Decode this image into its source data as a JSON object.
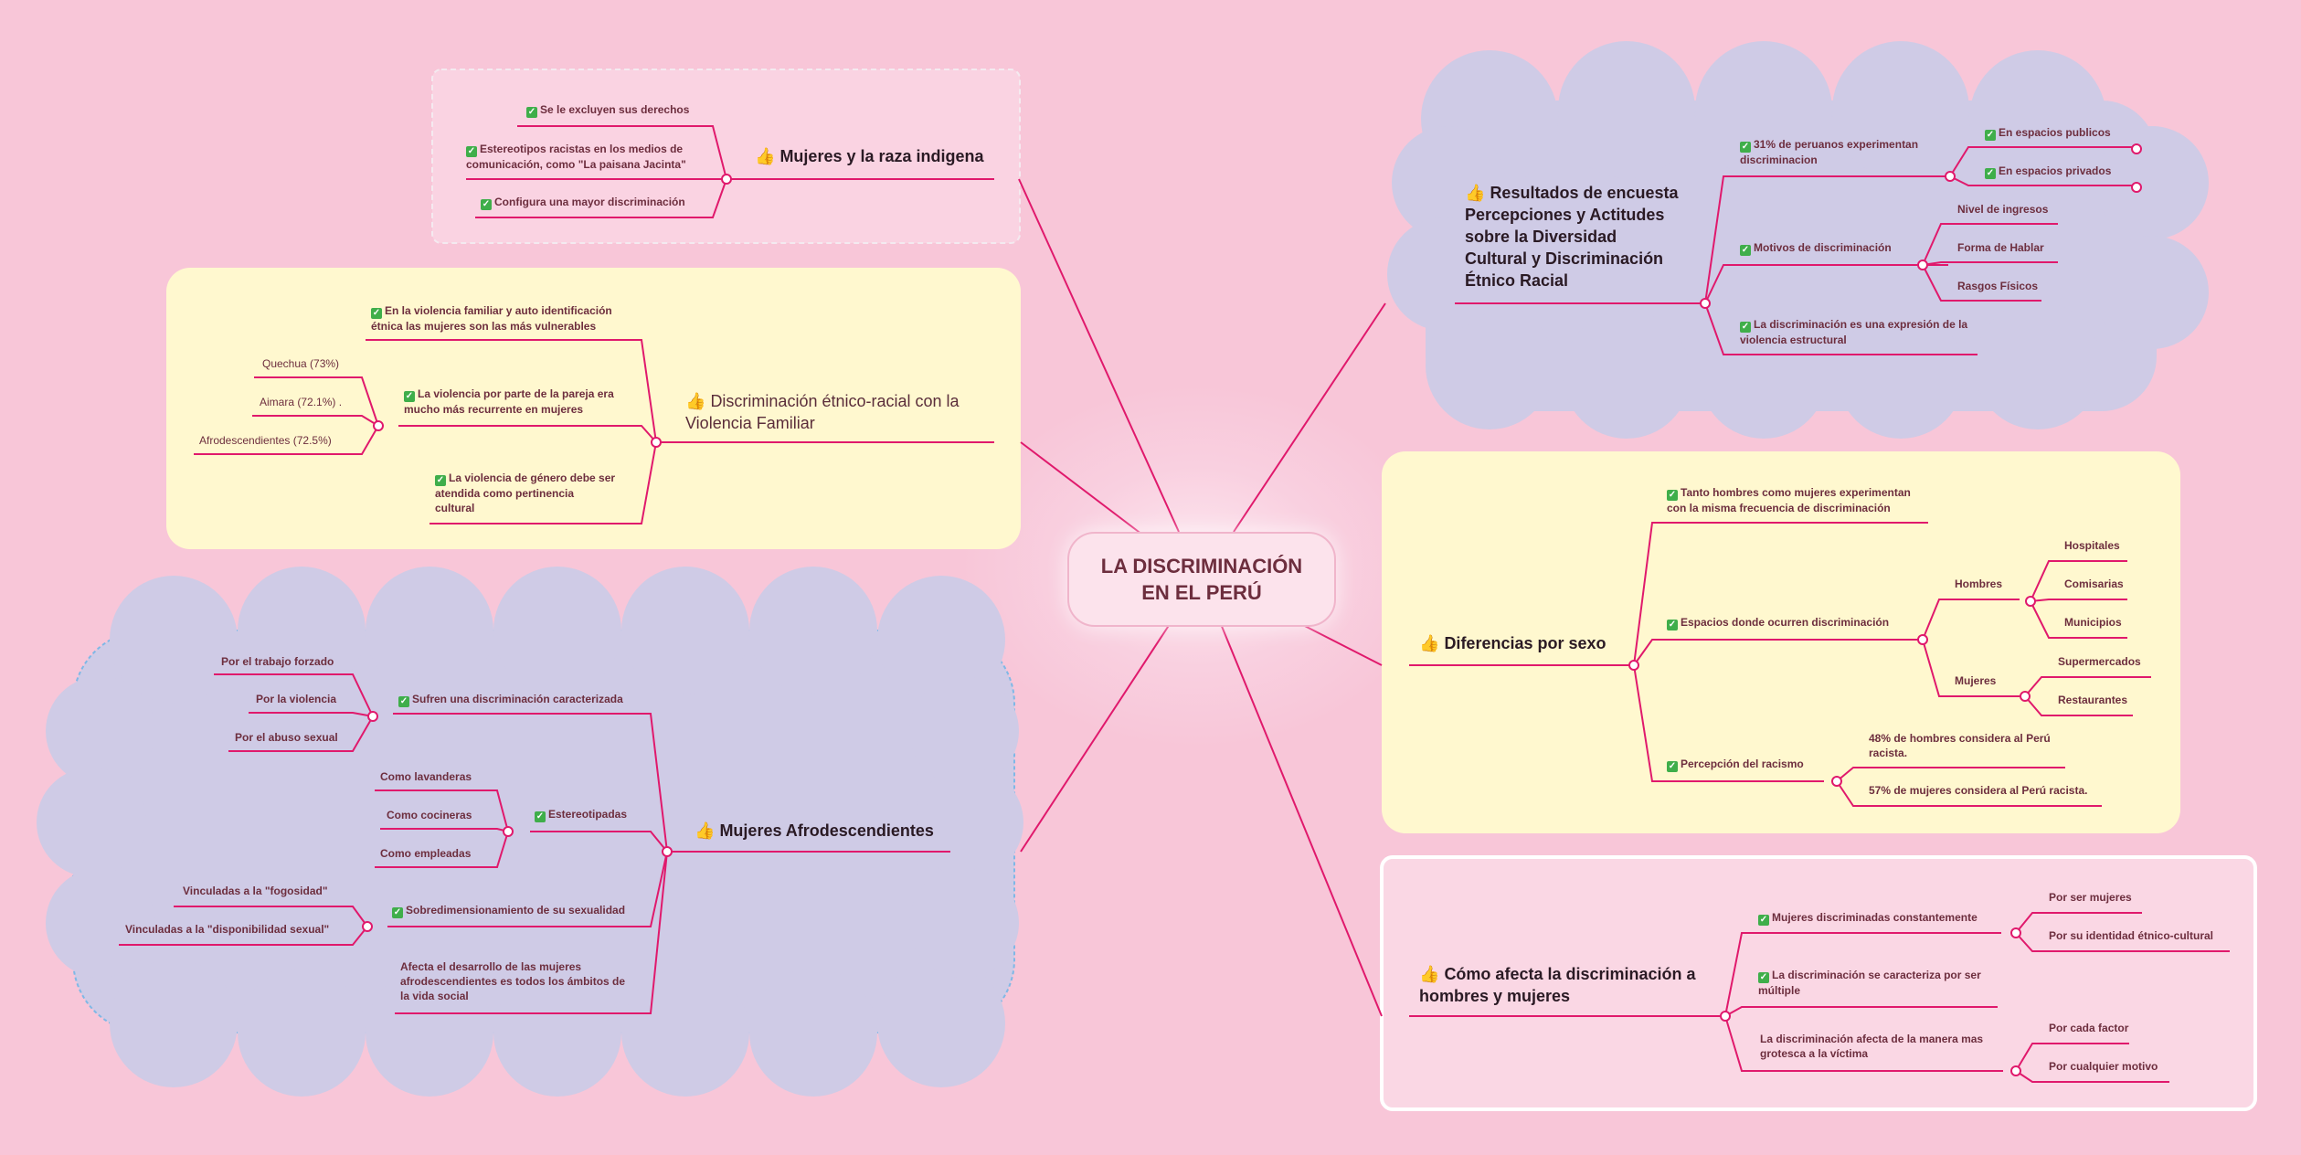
{
  "central": "LA DISCRIMINACIÓN\nEN EL PERÚ",
  "icons": {
    "thumb": "thumbs-up-icon",
    "check": "check-box-icon"
  },
  "colors": {
    "line": "#e0196c",
    "cloud": "#cfcbe6",
    "cloud_border": "#7fb8e6",
    "yellow": "#fff8cf",
    "pink_box": "#fad7e4",
    "background": "#f8c6d8"
  },
  "topics": {
    "raza_indigena": {
      "title": "Mujeres y la raza indigena",
      "items": [
        "Se le excluyen sus derechos",
        "Estereotipos racistas en los medios de\ncomunicación, como \"La paisana Jacinta\"",
        "Configura una mayor discriminación"
      ]
    },
    "violencia_familiar": {
      "title": "Discriminación étnico-racial con la\nViolencia Familiar",
      "items": [
        "En la violencia familiar y auto identificación\nétnica las mujeres son las más vulnerables",
        "La violencia por parte de la pareja era\nmucho más recurrente en mujeres",
        "La violencia de género debe ser\natendida como pertinencia\ncultural"
      ],
      "sub": [
        "Quechua (73%)",
        "Aimara (72.1%) .",
        "Afrodescendientes (72.5%)"
      ]
    },
    "afro": {
      "title": "Mujeres Afrodescendientes",
      "items": [
        "Sufren una discriminación caracterizada",
        "Estereotipadas",
        "Sobredimensionamiento de su sexualidad",
        "Afecta el desarrollo de las mujeres\nafrodescendientes es todos los ámbitos de\nla vida social"
      ],
      "sub_caracterizada": [
        "Por el trabajo forzado",
        "Por la violencia",
        "Por el abuso sexual"
      ],
      "sub_estereotipadas": [
        "Como lavanderas",
        "Como cocineras",
        "Como empleadas"
      ],
      "sub_sexualidad": [
        "Vinculadas a la \"fogosidad\"",
        "Vinculadas a la \"disponibilidad sexual\""
      ]
    },
    "encuesta": {
      "title": "Resultados de encuesta\nPercepciones y Actitudes\nsobre la Diversidad\nCultural y Discriminación\nÉtnico Racial",
      "items": [
        "31% de peruanos experimentan\ndiscriminacion",
        "Motivos de discriminación",
        "La discriminación es una expresión de la\nviolencia estructural"
      ],
      "sub_31": [
        "En espacios publicos",
        "En espacios privados"
      ],
      "sub_motivos": [
        "Nivel de ingresos",
        "Forma de Hablar",
        "Rasgos Físicos"
      ]
    },
    "sexo": {
      "title": "Diferencias por sexo",
      "items": [
        "Tanto hombres como mujeres experimentan\ncon la misma frecuencia de discriminación",
        "Espacios donde ocurren discriminación",
        "Percepción del racismo"
      ],
      "sub_espacios": [
        "Hombres",
        "Mujeres"
      ],
      "sub_hombres": [
        "Hospitales",
        "Comisarias",
        "Municipios"
      ],
      "sub_mujeres": [
        "Supermercados",
        "Restaurantes"
      ],
      "sub_percepcion": [
        "48% de hombres considera al Perú\nracista.",
        "57% de mujeres considera al Perú racista."
      ]
    },
    "afecta": {
      "title": "Cómo afecta la discriminación a\nhombres y mujeres",
      "items": [
        "Mujeres discriminadas constantemente",
        "La discriminación se caracteriza por ser\nmúltiple",
        "La discriminación afecta de la manera mas\ngrotesca a la víctima"
      ],
      "sub_constante": [
        "Por ser mujeres",
        "Por su identidad étnico-cultural"
      ],
      "sub_grotesca": [
        "Por cada factor",
        "Por cualquier motivo"
      ]
    }
  }
}
